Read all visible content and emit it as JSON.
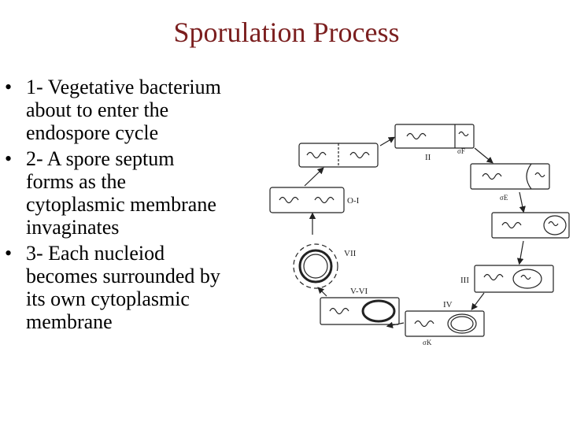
{
  "title": "Sporulation Process",
  "bullets": [
    "1- Vegetative bacterium about to enter the endospore cycle",
    "2- A spore septum forms as the cytoplasmic membrane invaginates",
    "3- Each nucleiod becomes surrounded by its own cytoplasmic membrane"
  ],
  "bullet_line_breaks": [
    [
      "1- Vegetative bacterium",
      "about to enter the",
      "endospore cycle"
    ],
    [
      "2- A spore septum",
      "forms as the",
      "cytoplasmic membrane",
      "invaginates"
    ],
    [
      "3- Each nucleiod",
      "becomes surrounded by",
      "its own cytoplasmic",
      "membrane"
    ]
  ],
  "diagram": {
    "stage_labels": {
      "o_i": "O-I",
      "ii": "II",
      "iii": "III",
      "iv": "IV",
      "v_vi": "V-VI",
      "vii": "VII"
    },
    "sigma_labels": {
      "sigma_f": "σF",
      "sigma_e": "σE",
      "sigma_k": "σK"
    }
  },
  "colors": {
    "title": "#7b1f1f",
    "text": "#000000",
    "diagram_line": "#222222"
  }
}
